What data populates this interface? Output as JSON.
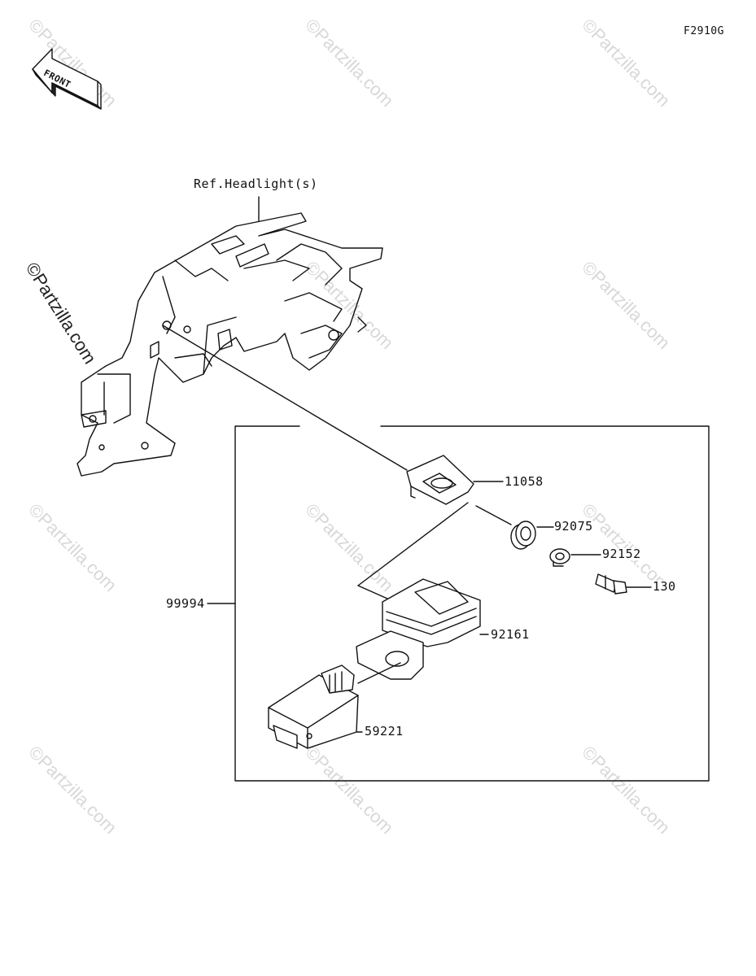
{
  "diagram_code": "F2910G",
  "front_label": "FRONT",
  "ref_label": "Ref.Headlight(s)",
  "watermark_text": "©Partzilla.com",
  "parts": {
    "p11058": "11058",
    "p92075": "92075",
    "p92152": "92152",
    "p130": "130",
    "p92161": "92161",
    "p59221": "59221",
    "p99994": "99994"
  }
}
